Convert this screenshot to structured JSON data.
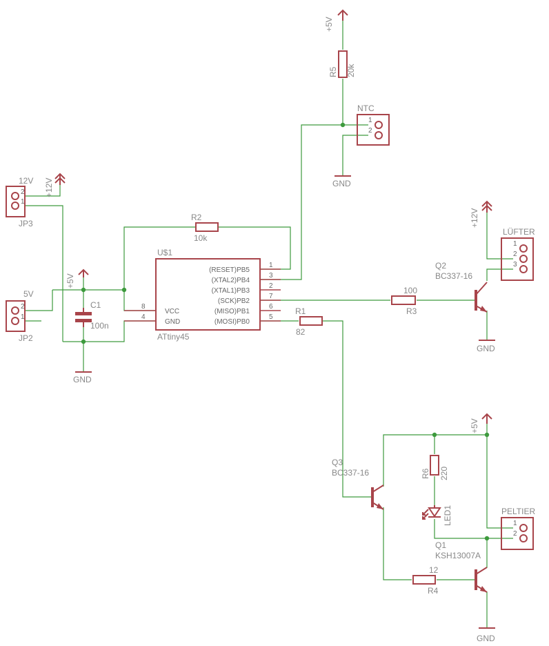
{
  "power": {
    "top_5v": "+5V",
    "jp3_12v": "+12V",
    "left_5v": "+5V",
    "fan_12v": "+12V",
    "peltier_5v": "+5V"
  },
  "gnd": {
    "ntc": "GND",
    "left": "GND",
    "fan": "GND",
    "bottom": "GND"
  },
  "connectors": {
    "jp3": {
      "name": "JP3",
      "value": "12V",
      "pins": [
        "2",
        "1"
      ]
    },
    "jp2": {
      "name": "JP2",
      "value": "5V",
      "pins": [
        "2",
        "1"
      ]
    },
    "ntc": {
      "name": "NTC",
      "pins": [
        "1",
        "2"
      ]
    },
    "fan": {
      "name": "LÜFTER",
      "pins": [
        "1",
        "2",
        "3"
      ]
    },
    "peltier": {
      "name": "PELTIER",
      "pins": [
        "1",
        "2"
      ]
    }
  },
  "ic": {
    "name": "U$1",
    "value": "ATtiny45",
    "left_pins": [
      {
        "num": "8",
        "label": "VCC"
      },
      {
        "num": "4",
        "label": "GND"
      }
    ],
    "right_pins": [
      {
        "num": "1",
        "label": "(RESET)PB5"
      },
      {
        "num": "3",
        "label": "(XTAL2)PB4"
      },
      {
        "num": "2",
        "label": "(XTAL1)PB3"
      },
      {
        "num": "7",
        "label": "(SCK)PB2"
      },
      {
        "num": "6",
        "label": "(MISO)PB1"
      },
      {
        "num": "5",
        "label": "(MOSI)PB0"
      }
    ]
  },
  "resistors": {
    "r1": {
      "name": "R1",
      "value": "82"
    },
    "r2": {
      "name": "R2",
      "value": "10k"
    },
    "r3": {
      "name": "R3",
      "value": "100"
    },
    "r4": {
      "name": "R4",
      "value": "12"
    },
    "r5": {
      "name": "R5",
      "value": "20k"
    },
    "r6": {
      "name": "R6",
      "value": "220"
    }
  },
  "capacitor": {
    "name": "C1",
    "value": "100n"
  },
  "led": {
    "name": "LED1"
  },
  "transistors": {
    "q1": {
      "name": "Q1",
      "value": "KSH13007A"
    },
    "q2": {
      "name": "Q2",
      "value": "BC337-16"
    },
    "q3": {
      "name": "Q3",
      "value": "BC337-16"
    }
  }
}
